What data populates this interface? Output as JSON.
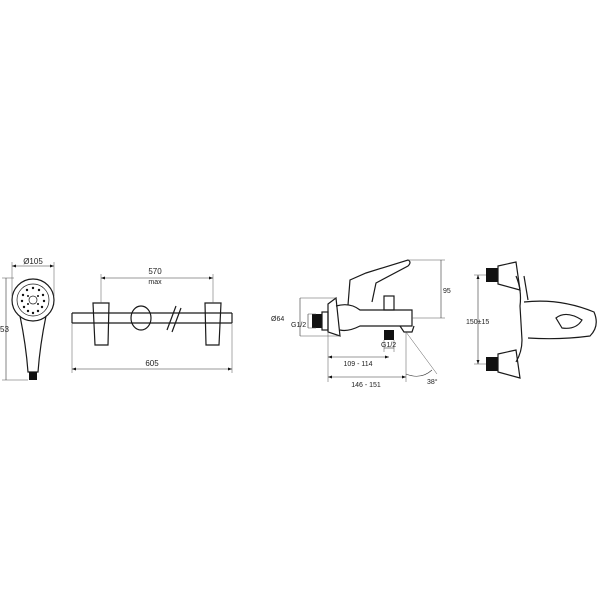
{
  "hand_shower": {
    "diameter": "Ø105",
    "length": "53"
  },
  "shower_rail": {
    "center_distance": "570",
    "center_note": "max",
    "total_length": "605"
  },
  "mixer_side": {
    "body_diameter": "Ø64",
    "inlet_thread": "G1/2",
    "outlet_thread": "G1/2",
    "handle_height": "95",
    "spout_reach": "109 - 114",
    "overall_reach": "146 - 151",
    "spout_angle": "38°"
  },
  "mixer_front": {
    "center_distance": "150±15"
  },
  "colors": {
    "line": "#1a1a1a",
    "background": "#ffffff"
  }
}
